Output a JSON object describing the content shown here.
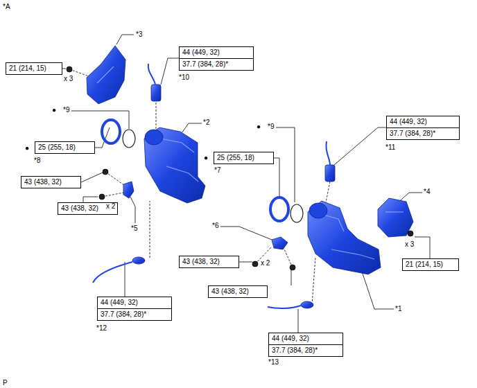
{
  "diagram": {
    "nodes": [
      {
        "text": [
          "21 (214, 15)"
        ]
      },
      {
        "text": [
          "44 (449, 32)",
          "37.7 (384, 28)*"
        ]
      },
      {
        "text": [
          "25 (255, 18)"
        ]
      },
      {
        "text": [
          "44 (449, 32)",
          "37.7 (384, 28)*"
        ]
      },
      {
        "text": [
          "25 (255, 18)"
        ]
      },
      {
        "text": [
          "43 (438, 32)"
        ]
      },
      {
        "text": [
          "43 (438, 32)"
        ]
      },
      {
        "text": [
          "43 (438, 32)"
        ]
      },
      {
        "text": [
          "21 (214, 15)"
        ]
      },
      {
        "text": [
          "43 (438, 32)"
        ]
      },
      {
        "text": [
          "44 (449, 32)",
          "37.7 (384, 28)*"
        ]
      },
      {
        "text": [
          "44 (449, 32)",
          "37.7 (384, 28)*"
        ]
      }
    ],
    "labels": [
      "*A",
      "*3",
      "x 3",
      "*10",
      "●",
      "*9",
      "*2",
      "●",
      "*9",
      "*11",
      "●",
      "*8",
      "●",
      "*7",
      "*4",
      "x 2",
      "*5",
      "*6",
      "x 2",
      "x 3",
      "*1",
      "*12",
      "*13",
      "P"
    ]
  }
}
